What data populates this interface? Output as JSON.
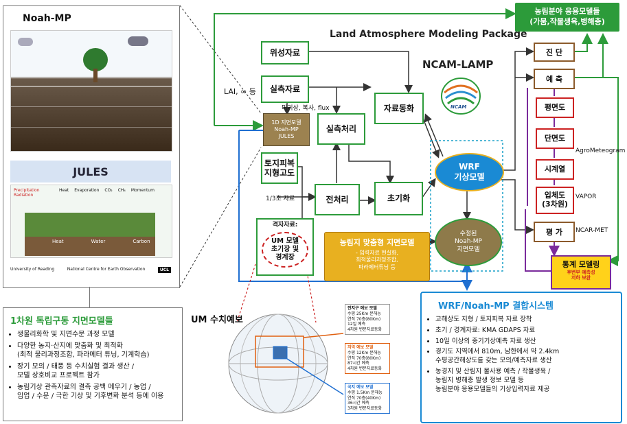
{
  "left_panel": {
    "noah_title": "Noah-MP",
    "jules_title": "JULES",
    "jules_labels": [
      "Heat",
      "Evaporation",
      "CO₂",
      "CH₄",
      "Momentum"
    ],
    "precip_label": "Precipitation\nRadiation",
    "bottom_labels": [
      "Heat",
      "Water",
      "Carbon"
    ],
    "logos": [
      "University of Reading",
      "National Centre for Earth Observation",
      "UCL"
    ],
    "stage_title": "1차원 독립구동 지면모델들",
    "bullets": [
      "생물리화학 및 지면수문 과정 모델",
      "다양한 농지·산지에 맞춤화 및 최적화\n(최적 물리과정조합, 파라메터 튜닝, 기계학습)",
      "장기 모의 / 태풍 등 수치실험 결과 생산 /\n모델 상호비교 프로젝트 참가",
      "농림기상 관측자료의 결측 공백 메우기 / 농업 /\n임업 / 수문 / 극한 기상 및 기후변화 분석 등에 이용"
    ]
  },
  "header": {
    "package_title": "Land Atmosphere Modeling Package",
    "ncam_lamp": "NCAM-LAMP",
    "ncam_logo_text": "NCAM"
  },
  "boxes": {
    "satellite": "위성자료",
    "obs": "실측자료",
    "obs_note": "미기상, 복사, flux",
    "lai_note": "LAI, ∞ 등",
    "model_1d": "1D 지면모델\nNoah-MP\nJULES",
    "real_process": "실측처리",
    "assimilation": "자료동화",
    "land_cover": "토지피복\n지형고도",
    "one_third": "1/3초 자료",
    "preprocess": "전처리",
    "init": "초기화",
    "grid_label": "격자자료:",
    "um_model": "UM 모델\n초기장 및\n경계장",
    "wrf": "WRF\n기상모델",
    "custom_model_title": "농림지 맞춤형 지면모델",
    "custom_model_desc": "- 입력자료 현실화,\n최적물리과정조합,\n파라메터튜닝 등",
    "modified_noah": "수정된\nNoah-MP\n지면모델",
    "agri_apps": "농림분야 응용모델들\n(가뭄,작물생육,병해충)"
  },
  "right_chain": {
    "diagnose": "진 단",
    "forecast": "예 측",
    "flat": "평면도",
    "cross": "단면도",
    "timeseries": "시계열",
    "three_d": "입체도\n(3차원)",
    "evaluate": "평 가",
    "agromet": "AgroMeteogram",
    "vapor": "VAPOR",
    "ncar_met": "NCAR-MET",
    "stat_title": "통계 모델링",
    "stat_sub": "후변부 예측성\n저하 보완"
  },
  "um": {
    "title": "UM 수치예보",
    "global_box": [
      "전지구 예보 모델",
      "수평 25Km 분해능",
      "연직 70층(80Km)",
      "12일 예측",
      "4차원 변분자료동화"
    ],
    "regional_box": [
      "지역 예보 모델",
      "수평 12Km 분해능",
      "연직 70층(80Km)",
      "87시간 예측",
      "4차원 변분자료동화"
    ],
    "local_box": [
      "국지 예보 모델",
      "수평 1.5Km 분해능",
      "연직 70층(40Km)",
      "36시간 예측",
      "3차원 변분자료동화"
    ]
  },
  "coupled": {
    "title": "WRF/Noah-MP 결합시스템",
    "bullets": [
      "고해상도 지형 / 토지피복 자료 장착",
      "초기 / 경계자료: KMA GDAPS 자료",
      "10일 이상의 중기기상예측 자료 생산",
      "경기도 지역에서 810m, 남한에서 약 2.4km\n수평공간해상도를 갖는 모의/예측자료 생산",
      "농경지 및 산림지 물사용 예측 / 작물생육 /\n농림지 병해충 발생 정보 모델 등\n농림분야 응용모델들의 기상입력자료 제공"
    ]
  },
  "colors": {
    "green": "#2c9b3a",
    "blue": "#1f6fd1",
    "red": "#cc2222",
    "brown": "#8b5a2b",
    "purple": "#7a2a9b",
    "model_box": "#9c8250",
    "custom_box": "#e8b020"
  }
}
